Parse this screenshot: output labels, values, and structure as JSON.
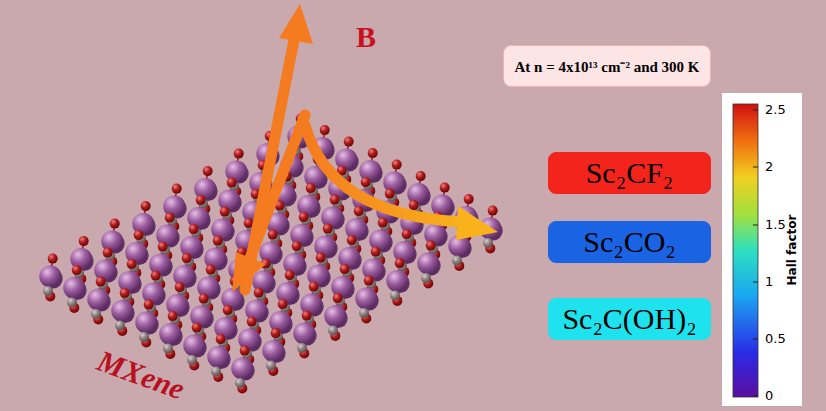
{
  "diagram": {
    "nodes": [
      {
        "text": [
          "At n = 4x10¹³ cm⁻² and 300 K"
        ]
      },
      {
        "text": [
          "Sc₂CF₂"
        ]
      },
      {
        "text": [
          "Sc₂CO₂"
        ]
      },
      {
        "text": [
          "Sc₂C(OH)₂"
        ]
      }
    ],
    "labels": [
      "B",
      "MXene",
      "2.5",
      "2",
      "1.5",
      "1",
      "0.5",
      "0",
      "Hall factor"
    ]
  }
}
